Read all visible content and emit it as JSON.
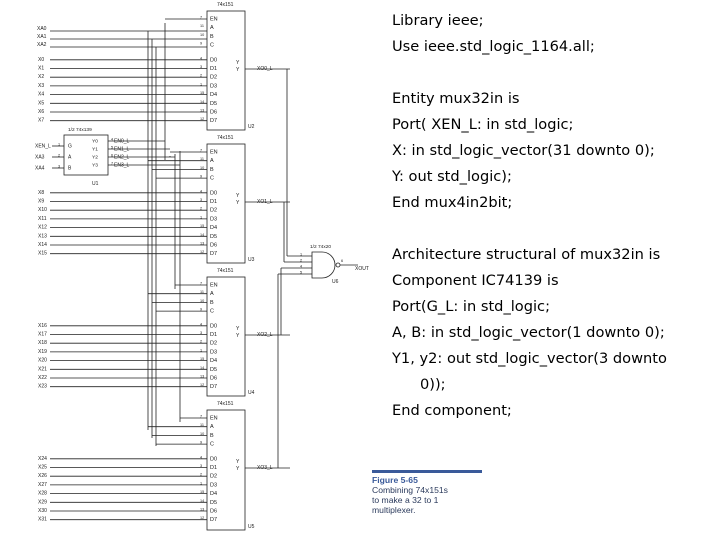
{
  "code": {
    "lines": [
      "Library ieee;",
      "Use ieee.std_logic_1164.all;",
      "",
      "Entity mux32in is",
      "Port( XEN_L: in std_logic;",
      "X: in std_logic_vector(31 downto 0);",
      "Y: out std_logic);",
      "End mux4in2bit;",
      "",
      "Architecture structural of mux32in is",
      "Component IC74139 is",
      "Port(G_L: in std_logic;",
      "A, B: in std_logic_vector(1 downto 0);",
      "Y1, y2: out std_logic_vector(3 downto",
      "0));",
      "End component;"
    ]
  },
  "caption": {
    "figure": "Figure 5-65",
    "text_lines": [
      "Combining 74x151s",
      "to make a 32 to 1",
      "multiplexer."
    ]
  },
  "schematic": {
    "mux_part": "74x151",
    "mux_pins": [
      "EN",
      "A",
      "B",
      "C",
      "D0",
      "D1",
      "D2",
      "D3",
      "D4",
      "D5",
      "D6",
      "D7"
    ],
    "mux_pin_numbers": [
      "7",
      "11",
      "10",
      "9",
      "4",
      "3",
      "2",
      "1",
      "15",
      "14",
      "13",
      "12"
    ],
    "muxes": [
      {
        "unit": "U2",
        "out": "XO0_L",
        "inputs": [
          "X0",
          "X1",
          "X2",
          "X3",
          "X4",
          "X5",
          "X6",
          "X7"
        ]
      },
      {
        "unit": "U3",
        "out": "XO1_L",
        "inputs": [
          "X8",
          "X9",
          "X10",
          "X11",
          "X12",
          "X13",
          "X14",
          "X15"
        ]
      },
      {
        "unit": "U4",
        "out": "XO2_L",
        "inputs": [
          "X16",
          "X17",
          "X18",
          "X19",
          "X20",
          "X21",
          "X22",
          "X23"
        ]
      },
      {
        "unit": "U5",
        "out": "XO3_L",
        "inputs": [
          "X24",
          "X25",
          "X26",
          "X27",
          "X28",
          "X29",
          "X30",
          "X31"
        ]
      }
    ],
    "select_inputs": [
      "XA0",
      "XA1",
      "XA2"
    ],
    "decoder": {
      "part": "1/2 74x139",
      "unit": "U1",
      "left_pins": [
        "G",
        "A",
        "B"
      ],
      "left_pin_numbers": [
        "1",
        "2",
        "3"
      ],
      "right_pins": [
        "Y0",
        "Y1",
        "Y2",
        "Y3"
      ],
      "right_pin_numbers": [
        "4",
        "5",
        "6",
        "7"
      ],
      "input_labels": [
        "XEN_L",
        "XA3",
        "XA4"
      ],
      "outputs": [
        "EN0_L",
        "EN1_L",
        "EN2_L",
        "EN3_L"
      ]
    },
    "nand": {
      "part": "1/2 74x20",
      "unit": "U6",
      "output": "XOUT",
      "pin_numbers": [
        "1",
        "2",
        "4",
        "5",
        "6"
      ]
    },
    "yy_labels": [
      "Y",
      "Y"
    ]
  }
}
